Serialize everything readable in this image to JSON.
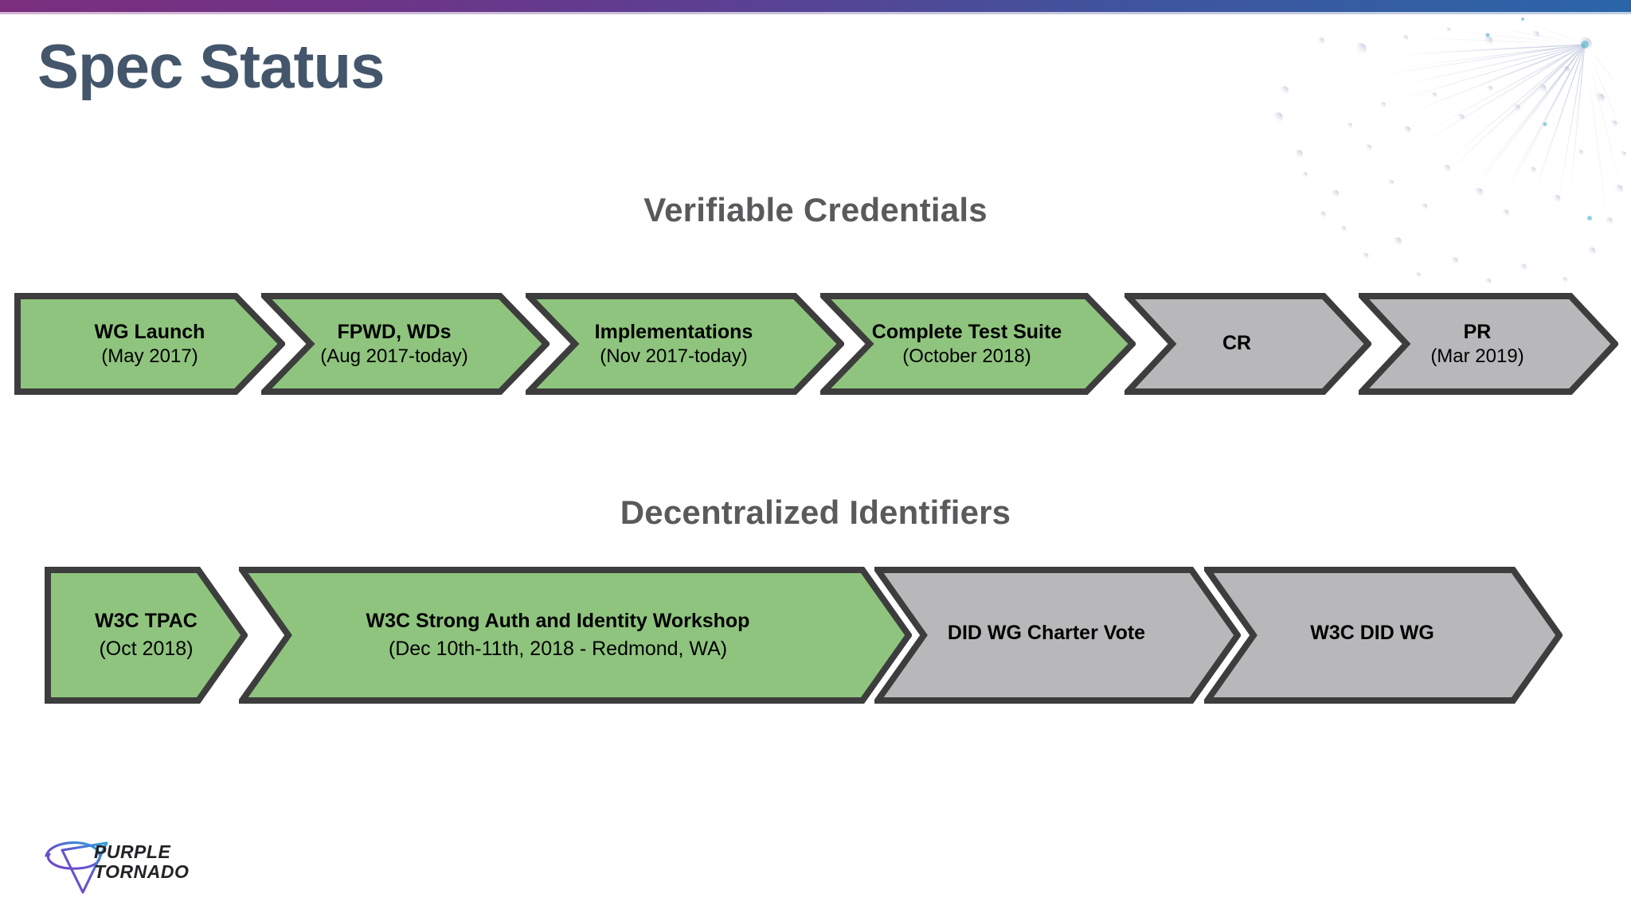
{
  "slide": {
    "title": "Spec Status",
    "title_color": "#44566B",
    "background_color": "#FFFFFF",
    "accent_gradient_start": "#7B2E7E",
    "accent_gradient_end": "#2A65A8"
  },
  "colors": {
    "done_fill": "#8FC47E",
    "pending_fill": "#B8B8BA",
    "outline": "#3D3D3D",
    "heading": "#5A5A5C",
    "chevron_label": "#000000"
  },
  "sections": [
    {
      "id": "verifiable-credentials",
      "heading": "Verifiable Credentials",
      "steps": [
        {
          "label": "WG Launch",
          "date": "(May 2017)",
          "state": "done"
        },
        {
          "label": "FPWD, WDs",
          "date": "(Aug 2017-today)",
          "state": "done"
        },
        {
          "label": "Implementations",
          "date": "(Nov 2017-today)",
          "state": "done"
        },
        {
          "label": "Complete Test Suite",
          "date": "(October 2018)",
          "state": "done"
        },
        {
          "label": "CR",
          "date": "",
          "state": "pending"
        },
        {
          "label": "PR",
          "date": "(Mar 2019)",
          "state": "pending"
        }
      ]
    },
    {
      "id": "decentralized-identifiers",
      "heading": "Decentralized Identifiers",
      "steps": [
        {
          "label": "W3C TPAC",
          "date": "(Oct 2018)",
          "state": "done"
        },
        {
          "label": "W3C Strong Auth and Identity Workshop",
          "date": "(Dec 10th-11th, 2018 - Redmond, WA)",
          "state": "done"
        },
        {
          "label": "DID WG Charter Vote",
          "date": "",
          "state": "pending"
        },
        {
          "label": "W3C DID WG",
          "date": "",
          "state": "pending"
        }
      ]
    }
  ],
  "logo": {
    "line1": "PURPLE",
    "line2": "TORNADO",
    "icon": "tornado-swirl-icon",
    "gradient_start": "#6F46C8",
    "gradient_end": "#2DA7DC"
  },
  "decoration": {
    "name": "network-burst-graphic",
    "description": "faint radial node-and-link starburst in top right corner"
  }
}
